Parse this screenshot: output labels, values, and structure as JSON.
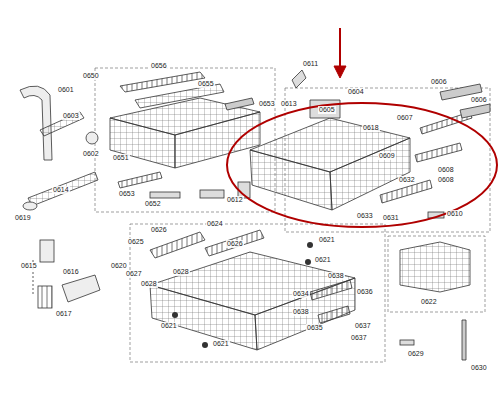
{
  "diagram": {
    "labels": [
      "0601",
      "0603",
      "0602",
      "0614",
      "0619",
      "0615",
      "0616",
      "0617",
      "0650",
      "0656",
      "0655",
      "0653",
      "0651",
      "0653",
      "0652",
      "0611",
      "0613",
      "0604",
      "0605",
      "0606",
      "0606",
      "0607",
      "0618",
      "0609",
      "0632",
      "0608",
      "0608",
      "0633",
      "0631",
      "0612",
      "0610",
      "0620",
      "0625",
      "0626",
      "0626",
      "0624",
      "0627",
      "0628",
      "0628",
      "0621",
      "0621",
      "0621",
      "0621",
      "0638",
      "0636",
      "0634",
      "0638",
      "0635",
      "0637",
      "0637",
      "0629",
      "0622",
      "0630"
    ]
  }
}
